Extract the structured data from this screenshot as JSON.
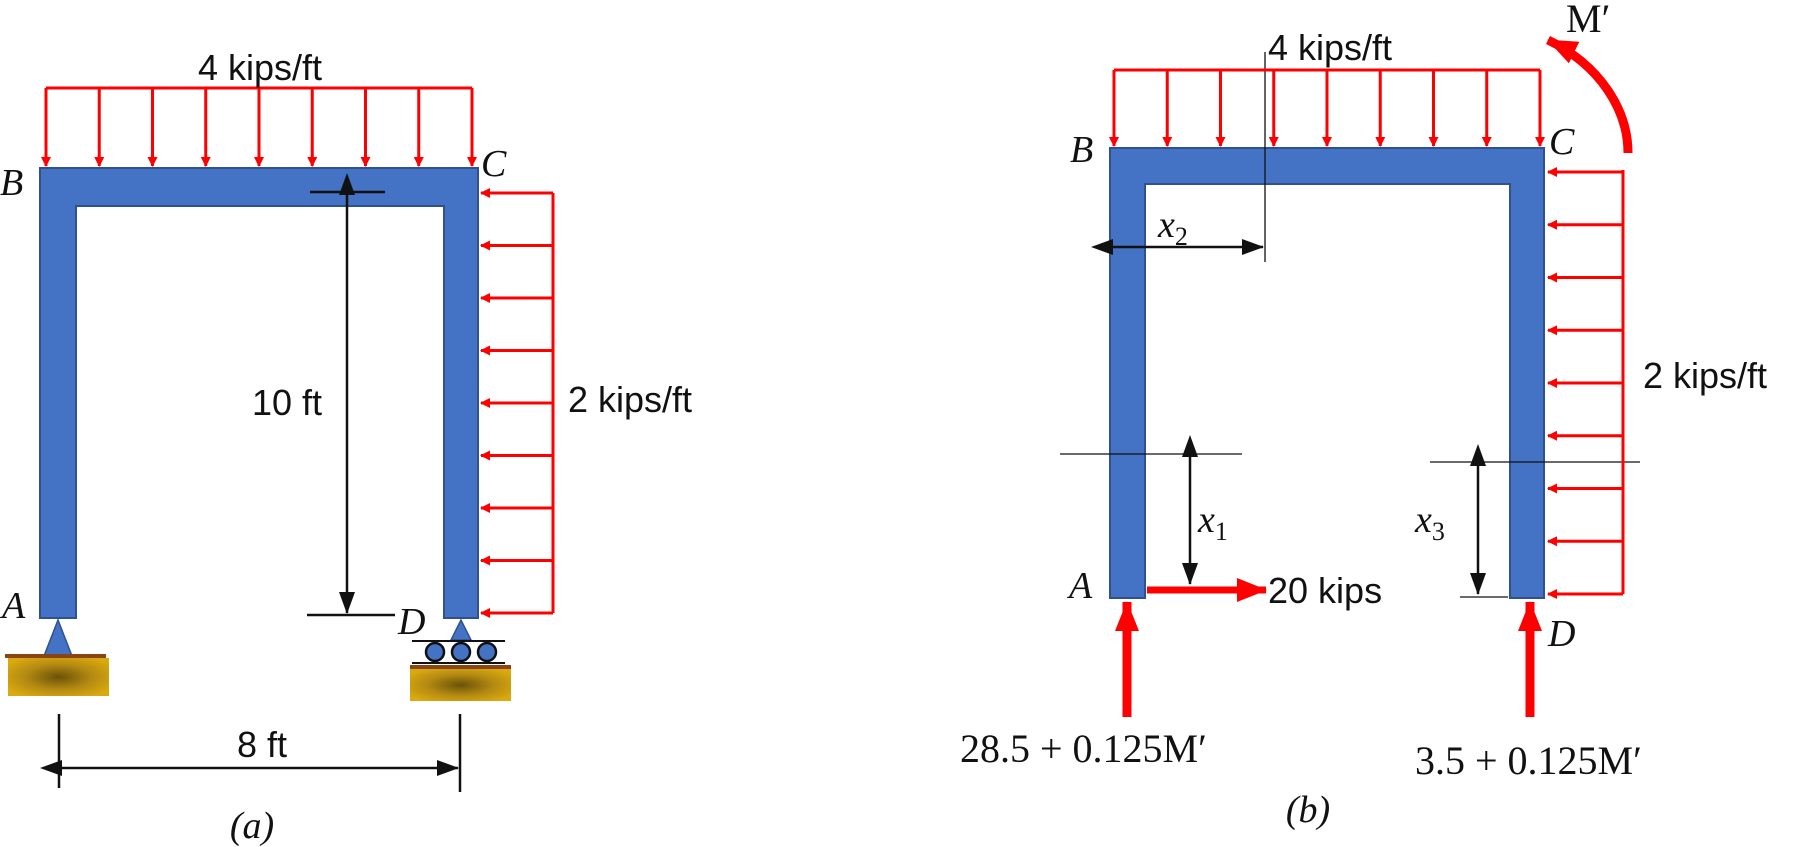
{
  "figure_a": {
    "caption": "(a)",
    "top_load": "4 kips/ft",
    "side_load": "2 kips/ft",
    "height_dim": "10 ft",
    "width_dim": "8 ft",
    "point_A": "A",
    "point_B": "B",
    "point_C": "C",
    "point_D": "D"
  },
  "figure_b": {
    "caption": "(b)",
    "top_load": "4 kips/ft",
    "side_load": "2 kips/ft",
    "moment_label": "M′",
    "horizontal_reaction": "20 kips",
    "reaction_A": "28.5 + 0.125M′",
    "reaction_D": "3.5 + 0.125M′",
    "point_A": "A",
    "point_B": "B",
    "point_C": "C",
    "point_D": "D",
    "x1": "x",
    "x1_sub": "1",
    "x2": "x",
    "x2_sub": "2",
    "x3": "x",
    "x3_sub": "3"
  }
}
